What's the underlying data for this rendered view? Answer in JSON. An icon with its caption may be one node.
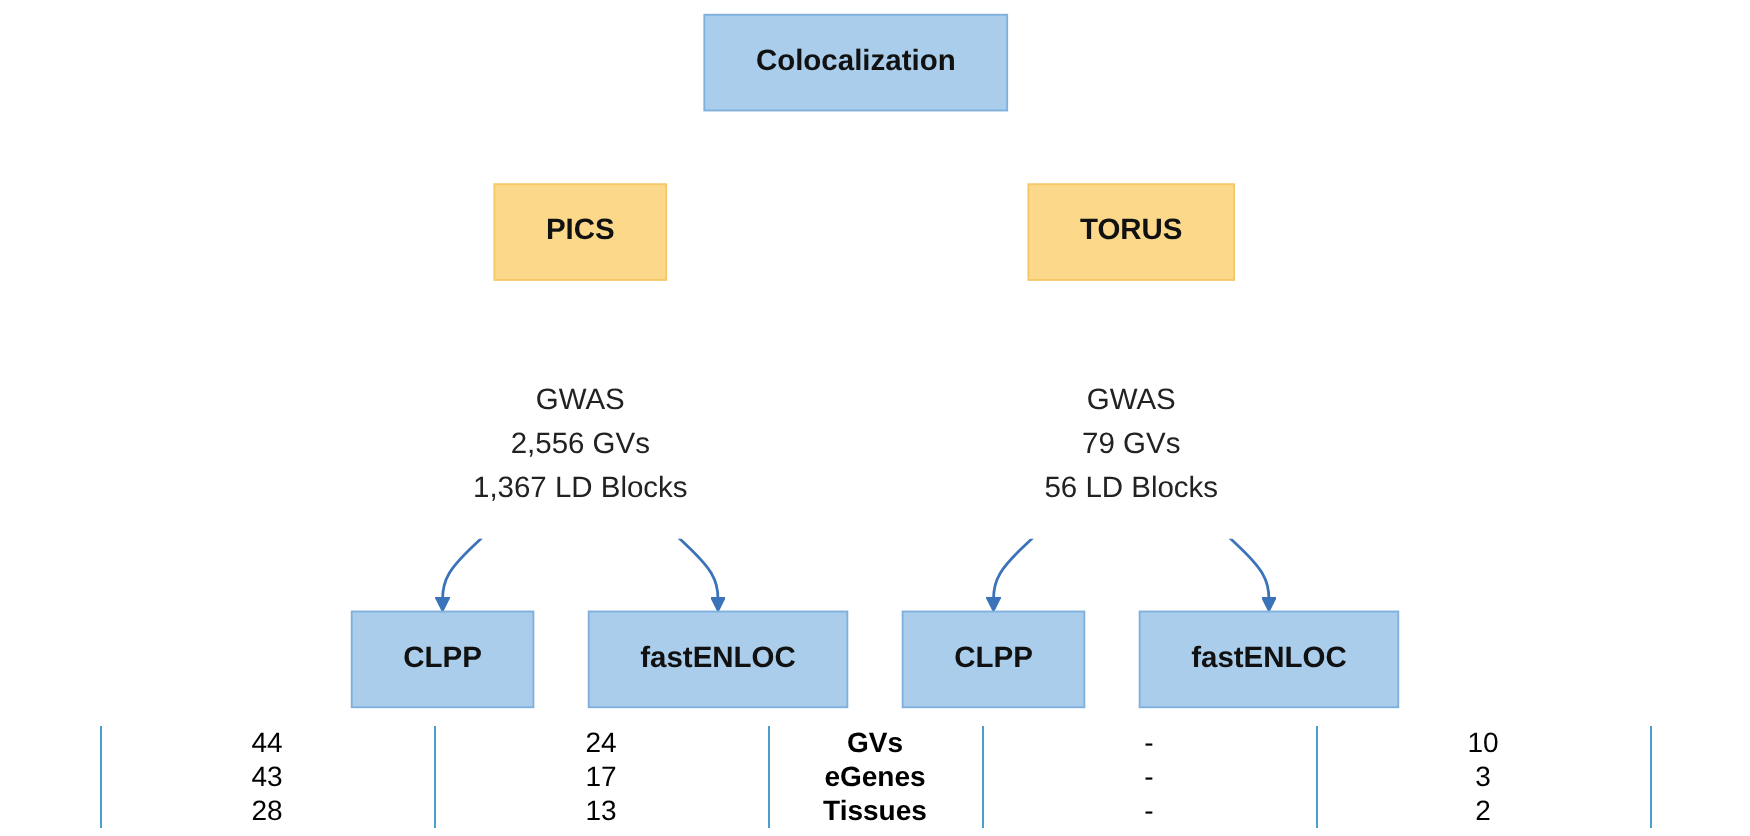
{
  "diagram": {
    "nodes": [
      {
        "text": [
          "Colocalization"
        ]
      },
      {
        "text": [
          "PICS"
        ]
      },
      {
        "text": [
          "TORUS"
        ]
      },
      {
        "text": [
          "GWAS",
          "2,556 GVs",
          "1,367 LD Blocks"
        ]
      },
      {
        "text": [
          "CLPP"
        ]
      },
      {
        "text": [
          "fastENLOC"
        ]
      },
      {
        "text": [
          "GWAS",
          "79 GVs",
          "56 LD Blocks"
        ]
      },
      {
        "text": [
          "CLPP"
        ]
      },
      {
        "text": [
          "fastENLOC"
        ]
      }
    ],
    "edges": [
      {
        "from": 3,
        "to": 4,
        "arrow": "to"
      },
      {
        "from": 3,
        "to": 5,
        "arrow": "to"
      },
      {
        "from": 6,
        "to": 7,
        "arrow": "to"
      },
      {
        "from": 6,
        "to": 8,
        "arrow": "to"
      }
    ],
    "labels": [
      "44",
      "24",
      "GVs",
      "-",
      "10",
      "43",
      "17",
      "eGenes",
      "-",
      "3",
      "28",
      "13",
      "Tissues",
      "-",
      "2"
    ]
  }
}
